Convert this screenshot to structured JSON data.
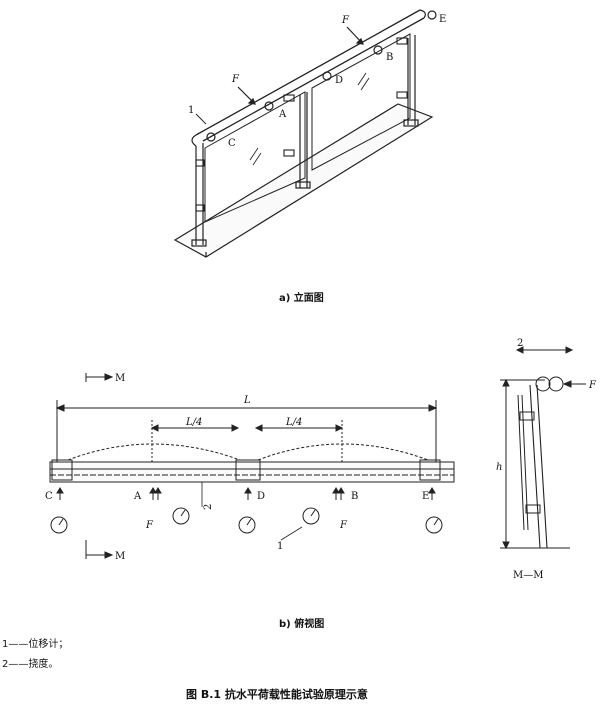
{
  "labels": {
    "force": "F",
    "point_a": "A",
    "point_b": "B",
    "point_c": "C",
    "point_d": "D",
    "point_e": "E",
    "item_one": "1",
    "item_two": "2",
    "length": "L",
    "quarter_left": "L/4",
    "quarter_right": "L/4",
    "height": "h",
    "section_m": "M",
    "section_mm": "M—M"
  },
  "captions": {
    "a": "a)   立面图",
    "b": "b)   俯视图"
  },
  "legend": [
    "1——位移计；",
    "2——挠度。"
  ],
  "figure_title": "图 B.1   抗水平荷载性能试验原理示意"
}
